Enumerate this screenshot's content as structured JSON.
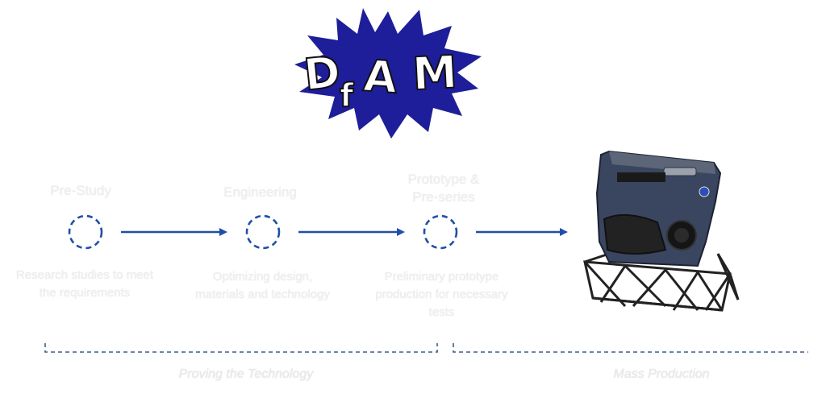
{
  "logo": {
    "text": "DfAM",
    "letters": [
      "D",
      "f",
      "A",
      "M"
    ],
    "fill_color": "#1e1e9a"
  },
  "steps": [
    {
      "title": "Pre-Study",
      "description": [
        "Research studies to meet",
        "the requirements"
      ]
    },
    {
      "title": "Engineering",
      "description": [
        "Optimizing design,",
        "materials and technology"
      ]
    },
    {
      "title": "Prototype &\nPre-series",
      "description": [
        "Preliminary prototype",
        "production for necessary",
        "tests"
      ]
    }
  ],
  "phases": [
    {
      "label": "Proving the Technology"
    },
    {
      "label": "Mass Production"
    }
  ],
  "colors": {
    "accent_blue": "#1f4fa8",
    "dash_line": "#3e5f86",
    "faint_text": "#efefef"
  },
  "icons": {
    "step_marker": "dashed-circle-icon",
    "connector": "arrow-right-icon",
    "product": "car-door-panel-image"
  }
}
